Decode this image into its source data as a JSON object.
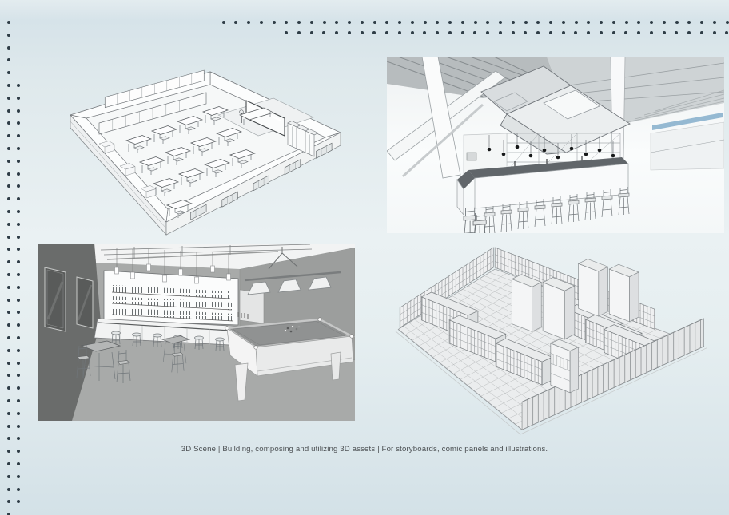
{
  "page": {
    "caption": "3D Scene | Building, composing and utilizing 3D assets | For storyboards, comic panels and illustrations.",
    "colors": {
      "background": "#dfe9ec",
      "dots": "#2e3c46",
      "caption_text": "#4b4f52",
      "render_gray": "#a8aaa9",
      "line_art": "#70767a"
    }
  },
  "scenes": [
    {
      "name": "classroom",
      "alt": "3D line render: isometric cutaway of a classroom with rows of desks, whiteboard, teacher table and lockers"
    },
    {
      "name": "industrial-bar",
      "alt": "3D render: bar counter with stools and pendant lamps under an exposed truss roof"
    },
    {
      "name": "pub-pool-room",
      "alt": "3D render: pub interior with back bar, stools, high tables and a pool table under a triple lamp"
    },
    {
      "name": "archive-shelving",
      "alt": "3D isometric render: archive room with rows of shelving, tall cabinets and gridded floor"
    }
  ]
}
